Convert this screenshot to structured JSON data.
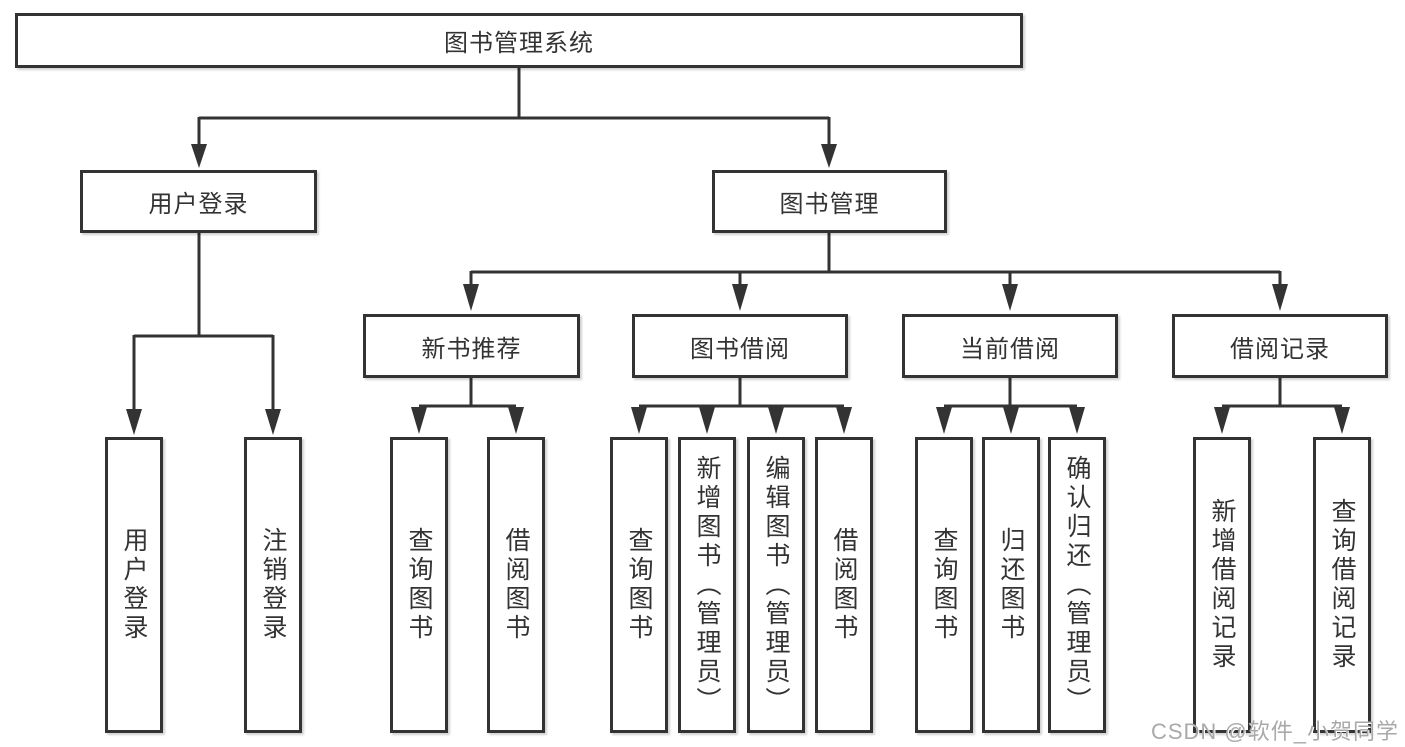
{
  "diagram": {
    "type": "tree",
    "root": {
      "label": "图书管理系统"
    },
    "level2": [
      {
        "label": "用户登录",
        "parent": "图书管理系统"
      },
      {
        "label": "图书管理",
        "parent": "图书管理系统"
      }
    ],
    "level3": [
      {
        "label": "新书推荐",
        "parent": "图书管理"
      },
      {
        "label": "图书借阅",
        "parent": "图书管理"
      },
      {
        "label": "当前借阅",
        "parent": "图书管理"
      },
      {
        "label": "借阅记录",
        "parent": "图书管理"
      }
    ],
    "leaves": [
      {
        "label": "用户登录",
        "parent": "用户登录"
      },
      {
        "label": "注销登录",
        "parent": "用户登录"
      },
      {
        "label": "查询图书",
        "parent": "新书推荐"
      },
      {
        "label": "借阅图书",
        "parent": "新书推荐"
      },
      {
        "label": "查询图书",
        "parent": "图书借阅"
      },
      {
        "label": "新增图书（管理员）",
        "parent": "图书借阅"
      },
      {
        "label": "编辑图书（管理员）",
        "parent": "图书借阅"
      },
      {
        "label": "借阅图书",
        "parent": "图书借阅"
      },
      {
        "label": "查询图书",
        "parent": "当前借阅"
      },
      {
        "label": "归还图书",
        "parent": "当前借阅"
      },
      {
        "label": "确认归还（管理员）",
        "parent": "当前借阅"
      },
      {
        "label": "新增借阅记录",
        "parent": "借阅记录"
      },
      {
        "label": "查询借阅记录",
        "parent": "借阅记录"
      }
    ]
  },
  "watermark": {
    "text": "CSDN @软件_小贺同学"
  },
  "colors": {
    "line": "#333333",
    "box_border": "#333333",
    "box_bg": "#ffffff",
    "page_bg": "#ffffff",
    "watermark_text": "#a9a9a9"
  }
}
